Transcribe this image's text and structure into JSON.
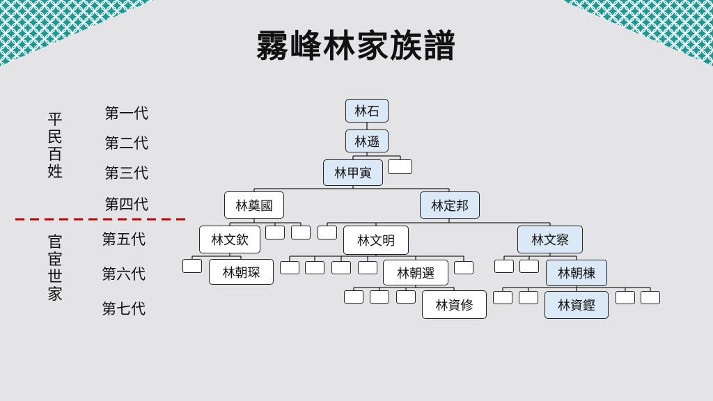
{
  "title": "霧峰林家族譜",
  "side_labels": {
    "upper": "平民百姓",
    "lower": "官宦世家"
  },
  "generations": [
    "第一代",
    "第二代",
    "第三代",
    "第四代",
    "第五代",
    "第六代",
    "第七代"
  ],
  "members": {
    "shi": "林石",
    "xun": "林遜",
    "jiayin": "林甲寅",
    "dianguo": "林奠國",
    "dingbang": "林定邦",
    "wenqin": "林文欽",
    "wenming": "林文明",
    "wencha": "林文察",
    "chaochen": "林朝琛",
    "chaoxuan": "林朝選",
    "chaodong": "林朝棟",
    "zixiu": "林資修",
    "zikeng": "林資鏗"
  },
  "colors": {
    "highlight": "#dbe8f6",
    "divider": "#c00000",
    "pattern": "#1a9a96"
  }
}
